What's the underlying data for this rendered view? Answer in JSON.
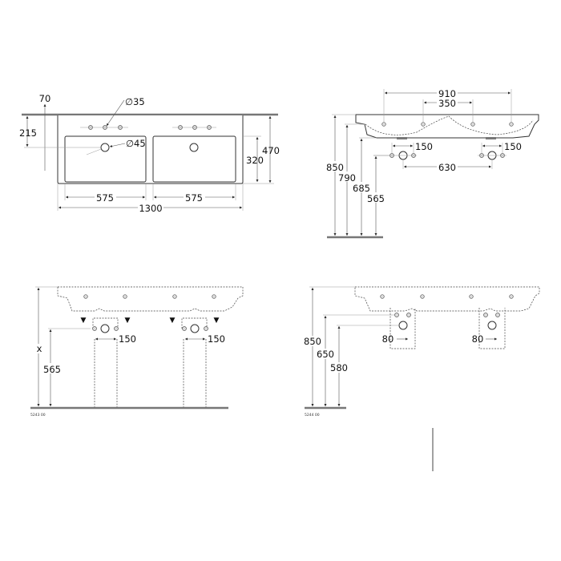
{
  "top_view": {
    "dim_70": "70",
    "dim_215": "215",
    "dim_320": "320",
    "dim_470": "470",
    "dim_575_left": "575",
    "dim_575_right": "575",
    "dim_1300": "1300",
    "tap_hole_diameter": "∅35",
    "drain_diameter": "∅45"
  },
  "side_view": {
    "dim_910": "910",
    "dim_350": "350",
    "dim_150_left": "150",
    "dim_150_right": "150",
    "dim_630": "630",
    "dim_850": "850",
    "dim_790": "790",
    "dim_685": "685",
    "dim_565": "565"
  },
  "front_view_pedestal": {
    "dim_x": "x",
    "dim_565": "565",
    "dim_150_left": "150",
    "dim_150_right": "150",
    "code": "5243 00"
  },
  "front_view_semipedestal": {
    "dim_850": "850",
    "dim_650": "650",
    "dim_580": "580",
    "dim_80_left": "80",
    "dim_80_right": "80",
    "code": "5244 00"
  }
}
